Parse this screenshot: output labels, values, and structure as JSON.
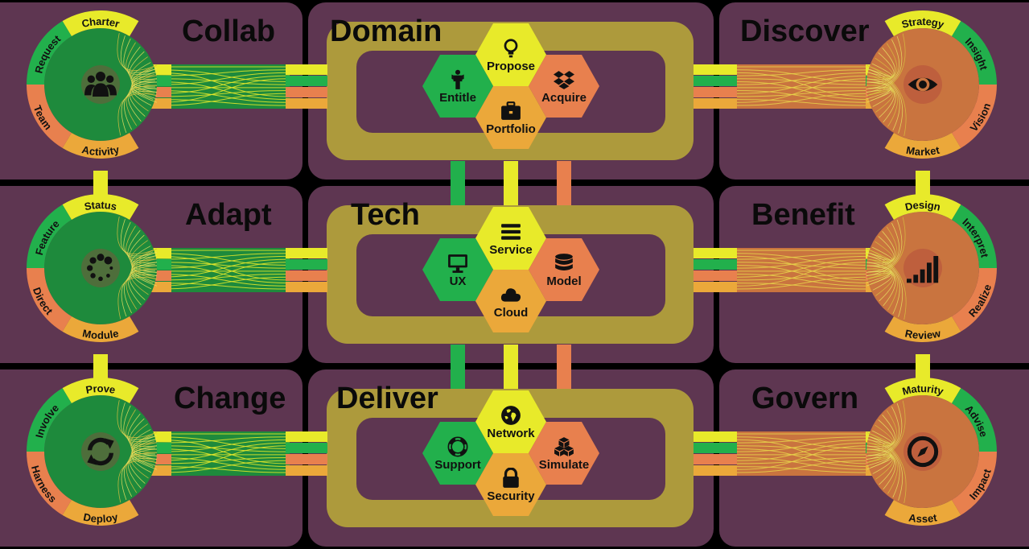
{
  "colors": {
    "background": "#000000",
    "panel": "#5e3651",
    "frame": "#ad9a3c",
    "green": "#22b04c",
    "yellow": "#e8ea2a",
    "orange": "#e8804e",
    "amber": "#eba83a"
  },
  "left_panels": [
    {
      "title": "Collab",
      "icon": "users-icon",
      "segments": {
        "top": "Charter",
        "upper_left": "Request",
        "lower_left": "Team",
        "bottom": "Activity"
      }
    },
    {
      "title": "Adapt",
      "icon": "spinner-icon",
      "segments": {
        "top": "Status",
        "upper_left": "Feature",
        "lower_left": "Direct",
        "bottom": "Module"
      }
    },
    {
      "title": "Change",
      "icon": "sync-icon",
      "segments": {
        "top": "Prove",
        "upper_left": "Involve",
        "lower_left": "Harness",
        "bottom": "Deploy"
      }
    }
  ],
  "center_panels": [
    {
      "title": "Domain",
      "hexes": {
        "top": {
          "label": "Propose",
          "icon": "lightbulb-icon"
        },
        "left": {
          "label": "Entitle",
          "icon": "person-icon"
        },
        "right": {
          "label": "Acquire",
          "icon": "dropbox-icon"
        },
        "bottom": {
          "label": "Portfolio",
          "icon": "briefcase-icon"
        }
      }
    },
    {
      "title": "Tech",
      "hexes": {
        "top": {
          "label": "Service",
          "icon": "bars-icon"
        },
        "left": {
          "label": "UX",
          "icon": "monitor-icon"
        },
        "right": {
          "label": "Model",
          "icon": "database-icon"
        },
        "bottom": {
          "label": "Cloud",
          "icon": "cloud-icon"
        }
      }
    },
    {
      "title": "Deliver",
      "hexes": {
        "top": {
          "label": "Network",
          "icon": "globe-icon"
        },
        "left": {
          "label": "Support",
          "icon": "lifering-icon"
        },
        "right": {
          "label": "Simulate",
          "icon": "cubes-icon"
        },
        "bottom": {
          "label": "Security",
          "icon": "lock-icon"
        }
      }
    }
  ],
  "right_panels": [
    {
      "title": "Discover",
      "icon": "eye-icon",
      "segments": {
        "top": "Strategy",
        "upper_right": "Insight",
        "lower_right": "Vision",
        "bottom": "Market"
      }
    },
    {
      "title": "Benefit",
      "icon": "signal-bars-icon",
      "segments": {
        "top": "Design",
        "upper_right": "Interpret",
        "lower_right": "Realize",
        "bottom": "Review"
      }
    },
    {
      "title": "Govern",
      "icon": "compass-icon",
      "segments": {
        "top": "Maturity",
        "upper_right": "Advise",
        "lower_right": "Impact",
        "bottom": "Asset"
      }
    }
  ]
}
